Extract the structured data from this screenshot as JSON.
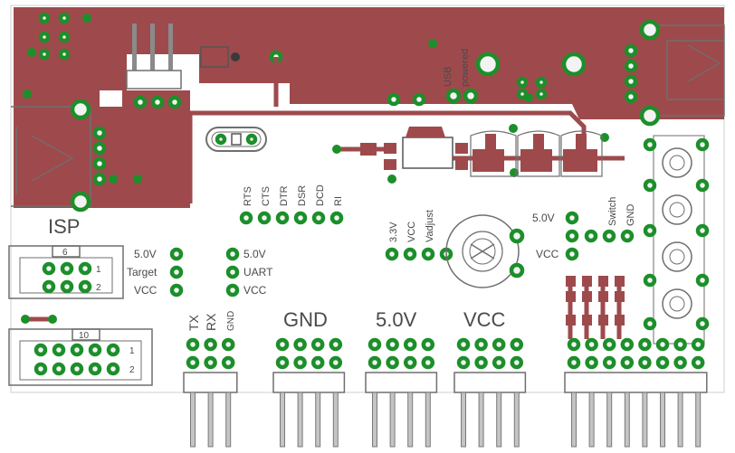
{
  "board": {
    "colors": {
      "copper": "#9e4a4c",
      "pad": "#1c8f2a",
      "silk": "#4a4a4a",
      "background": "#ffffff"
    },
    "isp": {
      "title": "ISP",
      "conn_small_num": "6",
      "conn_small_pins": [
        "1",
        "2"
      ],
      "conn_large_num": "10",
      "conn_large_pins": [
        "1",
        "2"
      ]
    },
    "serial_labels": [
      "RTS",
      "CTS",
      "DTR",
      "DSR",
      "DCD",
      "RI"
    ],
    "target_header": [
      "5.0V",
      "Target",
      "VCC"
    ],
    "uart_header": [
      "5.0V",
      "UART",
      "VCC"
    ],
    "usb_powered": [
      "USB",
      "powered"
    ],
    "regulator_labels": [
      "3.3V",
      "VCC",
      "Vadjust"
    ],
    "pot_labels": [
      "5.0V",
      "VCC"
    ],
    "switch_labels": [
      "Switch",
      "GND"
    ],
    "bottom_groups": {
      "txrx": [
        "TX",
        "RX",
        "GND"
      ],
      "gnd": "GND",
      "v5": "5.0V",
      "vcc": "VCC"
    },
    "icons": [
      "usb-connector-icon",
      "crystal-icon",
      "potentiometer-icon",
      "pushbutton-icon",
      "pin-header-icon"
    ]
  }
}
